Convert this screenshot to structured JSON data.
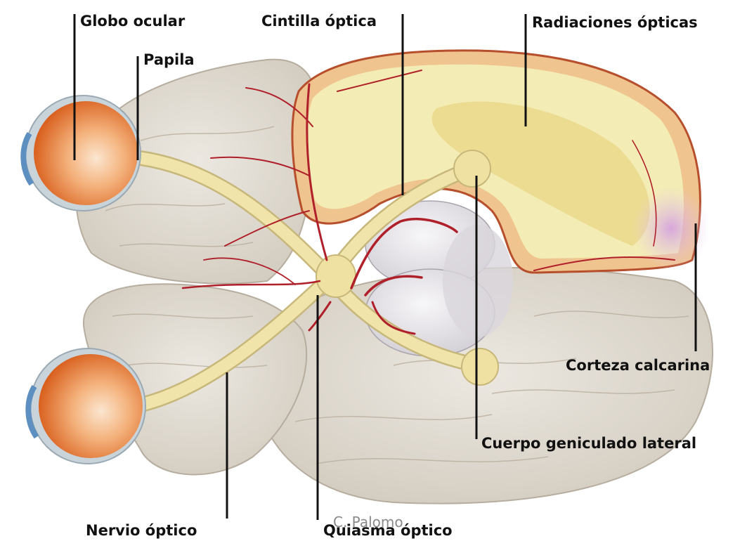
{
  "labels": {
    "globo_ocular": "Globo ocular",
    "papila": "Papila",
    "cintilla_optica": "Cintilla óptica",
    "radiaciones_opticas": "Radiaciones ópticas",
    "corteza_calcarina": "Corteza calcarina",
    "cuerpo_geniculado_lateral": "Cuerpo geniculado lateral",
    "nervio_optico": "Nervio óptico",
    "quiasma_optico": "Quiasma óptico"
  },
  "credit": "C. Palomo",
  "colors": {
    "brain_tissue": "#dcd6cc",
    "white_matter": "#f3ecb4",
    "optic_pathway": "#efe3a8",
    "cortex_border": "#e8b987",
    "vessels": "#b0202a",
    "eyeball": "#e9782d",
    "calcarine_cortex": "#d8a6df"
  }
}
